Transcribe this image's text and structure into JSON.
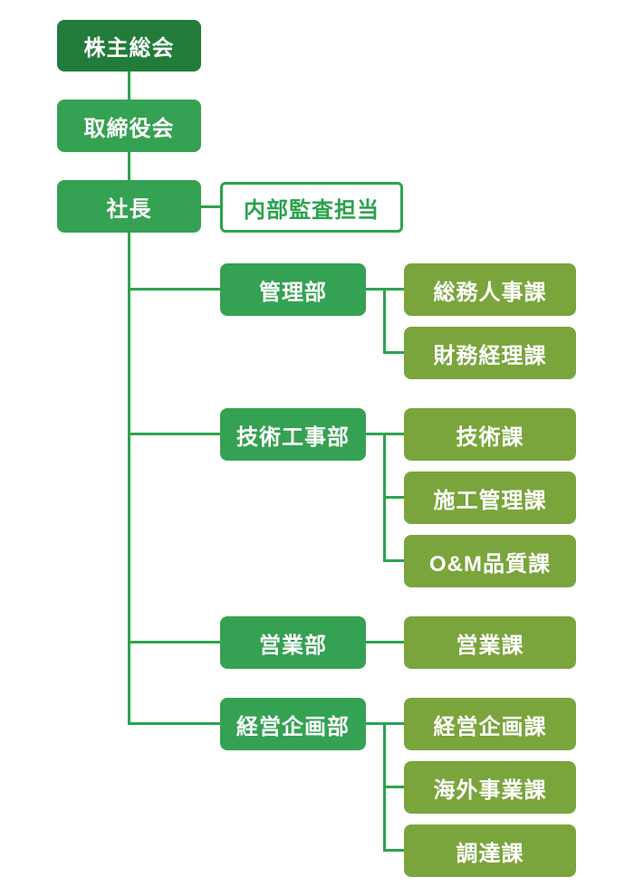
{
  "org": {
    "colors": {
      "top_box_dark_green": "#217c3a",
      "dept_box_green": "#35a152",
      "section_box_olive": "#7aa53c",
      "connector_line_green": "#2ca350",
      "audit_box_border_green": "#2ca350",
      "box_text_white": "#ffffff",
      "background": "#ffffff"
    },
    "top_chain": {
      "shareholders_meeting": "株主総会",
      "board_of_directors": "取締役会",
      "president": "社長",
      "internal_audit": "内部監査担当"
    },
    "departments": [
      {
        "label": "管理部",
        "sections": [
          "総務人事課",
          "財務経理課"
        ]
      },
      {
        "label": "技術工事部",
        "sections": [
          "技術課",
          "施工管理課",
          "O&M品質課"
        ]
      },
      {
        "label": "営業部",
        "sections": [
          "営業課"
        ]
      },
      {
        "label": "経営企画部",
        "sections": [
          "経営企画課",
          "海外事業課",
          "調達課"
        ]
      }
    ]
  }
}
